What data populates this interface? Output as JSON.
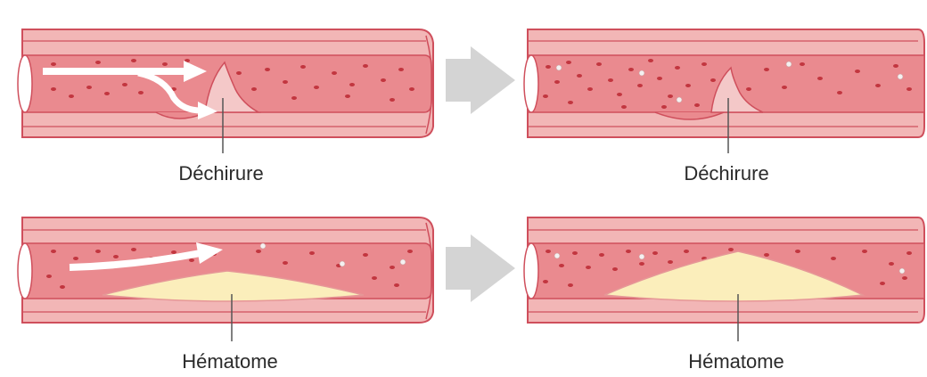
{
  "labels": {
    "tear_left": "Déchirure",
    "tear_right": "Déchirure",
    "hematoma_left": "Hématome",
    "hematoma_right": "Hématome"
  },
  "colors": {
    "wall": "#f2b6b6",
    "wall_outline": "#cf4f5c",
    "lumen": "#ea8a8f",
    "red_cell": "#c2363f",
    "white_cell": "#f4f1f1",
    "hematoma": "#fbeebb",
    "hematoma_outline": "#e69797",
    "arrow": "#ffffff",
    "progress_arrow": "#d4d4d4",
    "leader_line": "#555555"
  },
  "icons": {
    "flow": "white-flow-arrow",
    "progression": "gray-chevron-arrow"
  }
}
